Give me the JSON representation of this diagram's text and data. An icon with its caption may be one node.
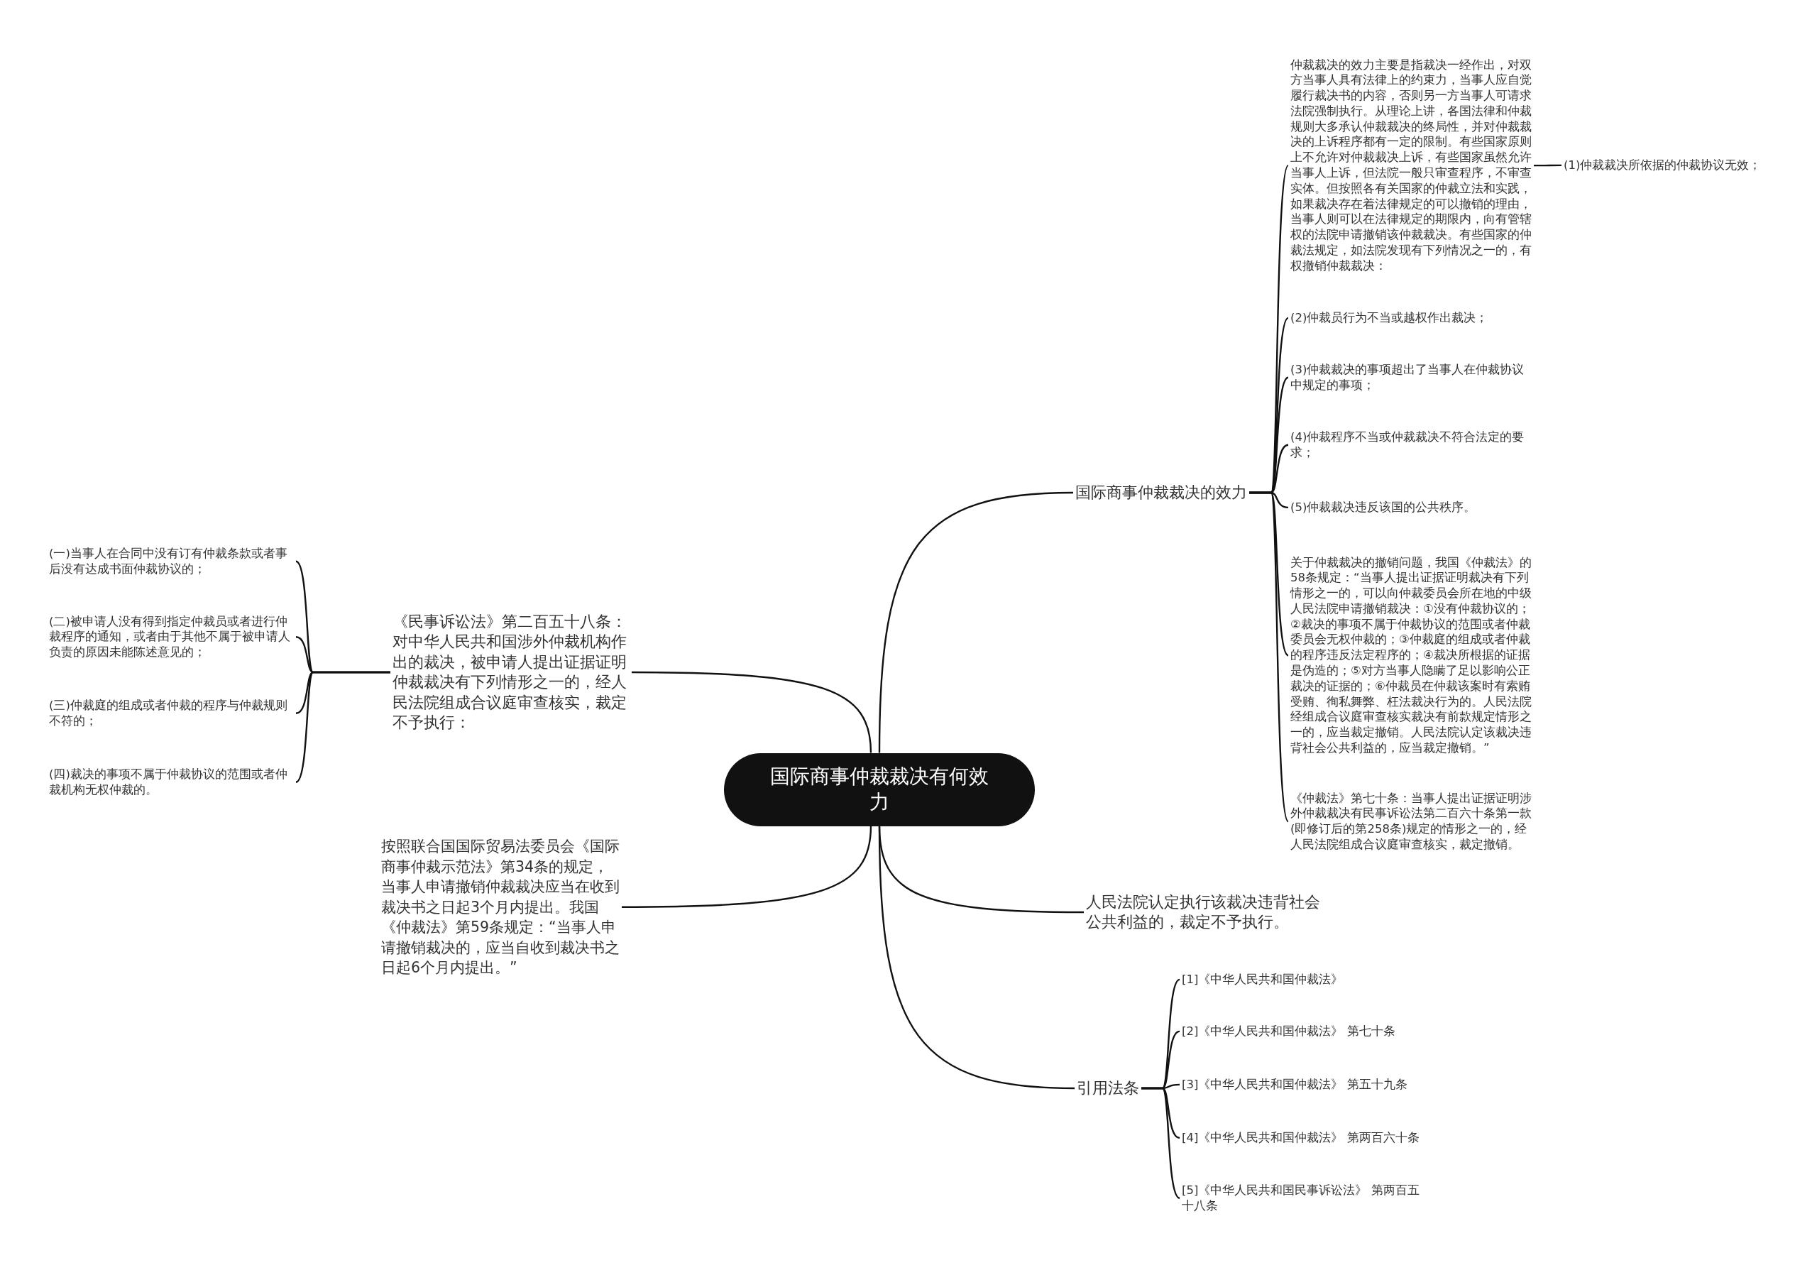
{
  "diagram": {
    "nodes": [
      {
        "text": [
          "国际商事仲裁裁决有何效力"
        ]
      },
      {
        "text": [
          "国际商事仲裁裁决的效力"
        ]
      },
      {
        "text": [
          "仲裁裁决的效力主要是指裁决一经作出，对双方当事人具有法律上的约束力，当事人应自觉履行裁决书的内容，否则另一方当事人可请求法院强制执行。从理论上讲，各国法律和仲裁规则大多承认仲裁裁决的终局性，并对仲裁裁决的上诉程序都有一定的限制。有些国家原则上不允许对仲裁裁决上诉，有些国家虽然允许当事人上诉，但法院一般只审查程序，不审查实体。但按照各有关国家的仲裁立法和实践，如果裁决存在着法律规定的可以撤销的理由，当事人则可以在法律规定的期限内，向有管辖权的法院申请撤销该仲裁裁决。有些国家的仲裁法规定，如法院发现有下列情况之一的，有权撤销仲裁裁决："
        ]
      },
      {
        "text": [
          "(1)仲裁裁决所依据的仲裁协议无效；"
        ]
      },
      {
        "text": [
          "(2)仲裁员行为不当或越权作出裁决；"
        ]
      },
      {
        "text": [
          "(3)仲裁裁决的事项超出了当事人在仲裁协议中规定的事项；"
        ]
      },
      {
        "text": [
          "(4)仲裁程序不当或仲裁裁决不符合法定的要求；"
        ]
      },
      {
        "text": [
          "(5)仲裁裁决违反该国的公共秩序。"
        ]
      },
      {
        "text": [
          "关于仲裁裁决的撤销问题，我国《仲裁法》的58条规定：“当事人提出证据证明裁决有下列情形之一的，可以向仲裁委员会所在地的中级人民法院申请撤销裁决：①没有仲裁协议的；②裁决的事项不属于仲裁协议的范围或者仲裁委员会无权仲裁的；③仲裁庭的组成或者仲裁的程序违反法定程序的；④裁决所根据的证据是伪造的；⑤对方当事人隐瞒了足以影响公正裁决的证据的；⑥仲裁员在仲裁该案时有索贿受贿、徇私舞弊、枉法裁决行为的。人民法院经组成合议庭审查核实裁决有前款规定情形之一的，应当裁定撤销。人民法院认定该裁决违背社会公共利益的，应当裁定撤销。”"
        ]
      },
      {
        "text": [
          "《仲裁法》第七十条：当事人提出证据证明涉外仲裁裁决有民事诉讼法第二百六十条第一款(即修订后的第258条)规定的情形之一的，经人民法院组成合议庭审查核实，裁定撤销。"
        ]
      },
      {
        "text": [
          "人民法院认定执行该裁决违背社会公共利益的，裁定不予执行。"
        ]
      },
      {
        "text": [
          "引用法条"
        ]
      },
      {
        "text": [
          "[1]《中华人民共和国仲裁法》"
        ]
      },
      {
        "text": [
          "[2]《中华人民共和国仲裁法》 第七十条"
        ]
      },
      {
        "text": [
          "[3]《中华人民共和国仲裁法》 第五十九条"
        ]
      },
      {
        "text": [
          "[4]《中华人民共和国仲裁法》 第两百六十条"
        ]
      },
      {
        "text": [
          "[5]《中华人民共和国民事诉讼法》 第两百五十八条"
        ]
      },
      {
        "text": [
          "《民事诉讼法》第二百五十八条：对中华人民共和国涉外仲裁机构作出的裁决，被申请人提出证据证明仲裁裁决有下列情形之一的，经人民法院组成合议庭审查核实，裁定不予执行："
        ]
      },
      {
        "text": [
          "(一)当事人在合同中没有订有仲裁条款或者事后没有达成书面仲裁协议的；"
        ]
      },
      {
        "text": [
          "(二)被申请人没有得到指定仲裁员或者进行仲裁程序的通知，或者由于其他不属于被申请人负责的原因未能陈述意见的；"
        ]
      },
      {
        "text": [
          "(三)仲裁庭的组成或者仲裁的程序与仲裁规则不符的；"
        ]
      },
      {
        "text": [
          "(四)裁决的事项不属于仲裁协议的范围或者仲裁机构无权仲裁的。"
        ]
      },
      {
        "text": [
          "按照联合国国际贸易法委员会《国际商事仲裁示范法》第34条的规定，当事人申请撤销仲裁裁决应当在收到裁决书之日起3个月内提出。我国《仲裁法》第59条规定：“当事人申请撤销裁决的，应当自收到裁决书之日起6个月内提出。”"
        ]
      }
    ],
    "edges": [
      {
        "from": 0,
        "to": 1,
        "arrow": "none"
      },
      {
        "from": 1,
        "to": 2,
        "arrow": "none"
      },
      {
        "from": 2,
        "to": 3,
        "arrow": "none"
      },
      {
        "from": 1,
        "to": 4,
        "arrow": "none"
      },
      {
        "from": 1,
        "to": 5,
        "arrow": "none"
      },
      {
        "from": 1,
        "to": 6,
        "arrow": "none"
      },
      {
        "from": 1,
        "to": 7,
        "arrow": "none"
      },
      {
        "from": 1,
        "to": 8,
        "arrow": "none"
      },
      {
        "from": 1,
        "to": 9,
        "arrow": "none"
      },
      {
        "from": 0,
        "to": 10,
        "arrow": "none"
      },
      {
        "from": 0,
        "to": 11,
        "arrow": "none"
      },
      {
        "from": 11,
        "to": 12,
        "arrow": "none"
      },
      {
        "from": 11,
        "to": 13,
        "arrow": "none"
      },
      {
        "from": 11,
        "to": 14,
        "arrow": "none"
      },
      {
        "from": 11,
        "to": 15,
        "arrow": "none"
      },
      {
        "from": 11,
        "to": 16,
        "arrow": "none"
      },
      {
        "from": 0,
        "to": 17,
        "arrow": "none"
      },
      {
        "from": 17,
        "to": 18,
        "arrow": "none"
      },
      {
        "from": 17,
        "to": 19,
        "arrow": "none"
      },
      {
        "from": 17,
        "to": 20,
        "arrow": "none"
      },
      {
        "from": 17,
        "to": 21,
        "arrow": "none"
      },
      {
        "from": 0,
        "to": 22,
        "arrow": "none"
      }
    ]
  }
}
